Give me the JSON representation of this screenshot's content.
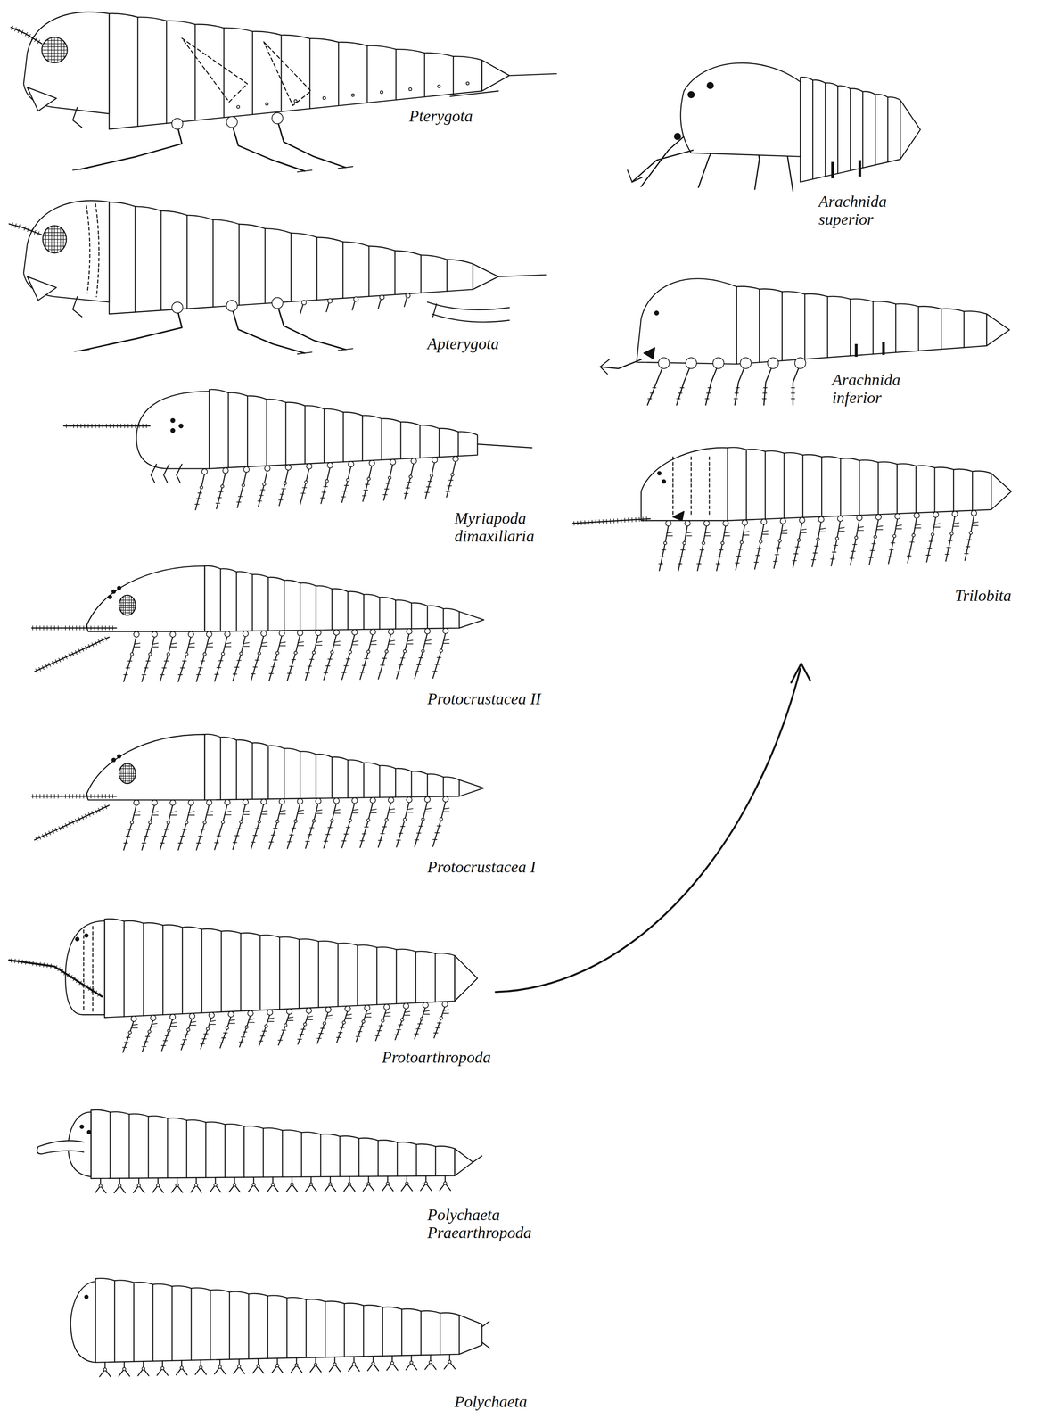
{
  "diagram": {
    "labels": [
      "Pterygota",
      "Apterygota",
      "Myriapoda dimaxillaria",
      "Protocrustacea II",
      "Protocrustacea I",
      "Protoarthropoda",
      "Polychaeta Praearthropoda",
      "Polychaeta",
      "Arachnida superior",
      "Arachnida inferior",
      "Trilobita"
    ]
  }
}
